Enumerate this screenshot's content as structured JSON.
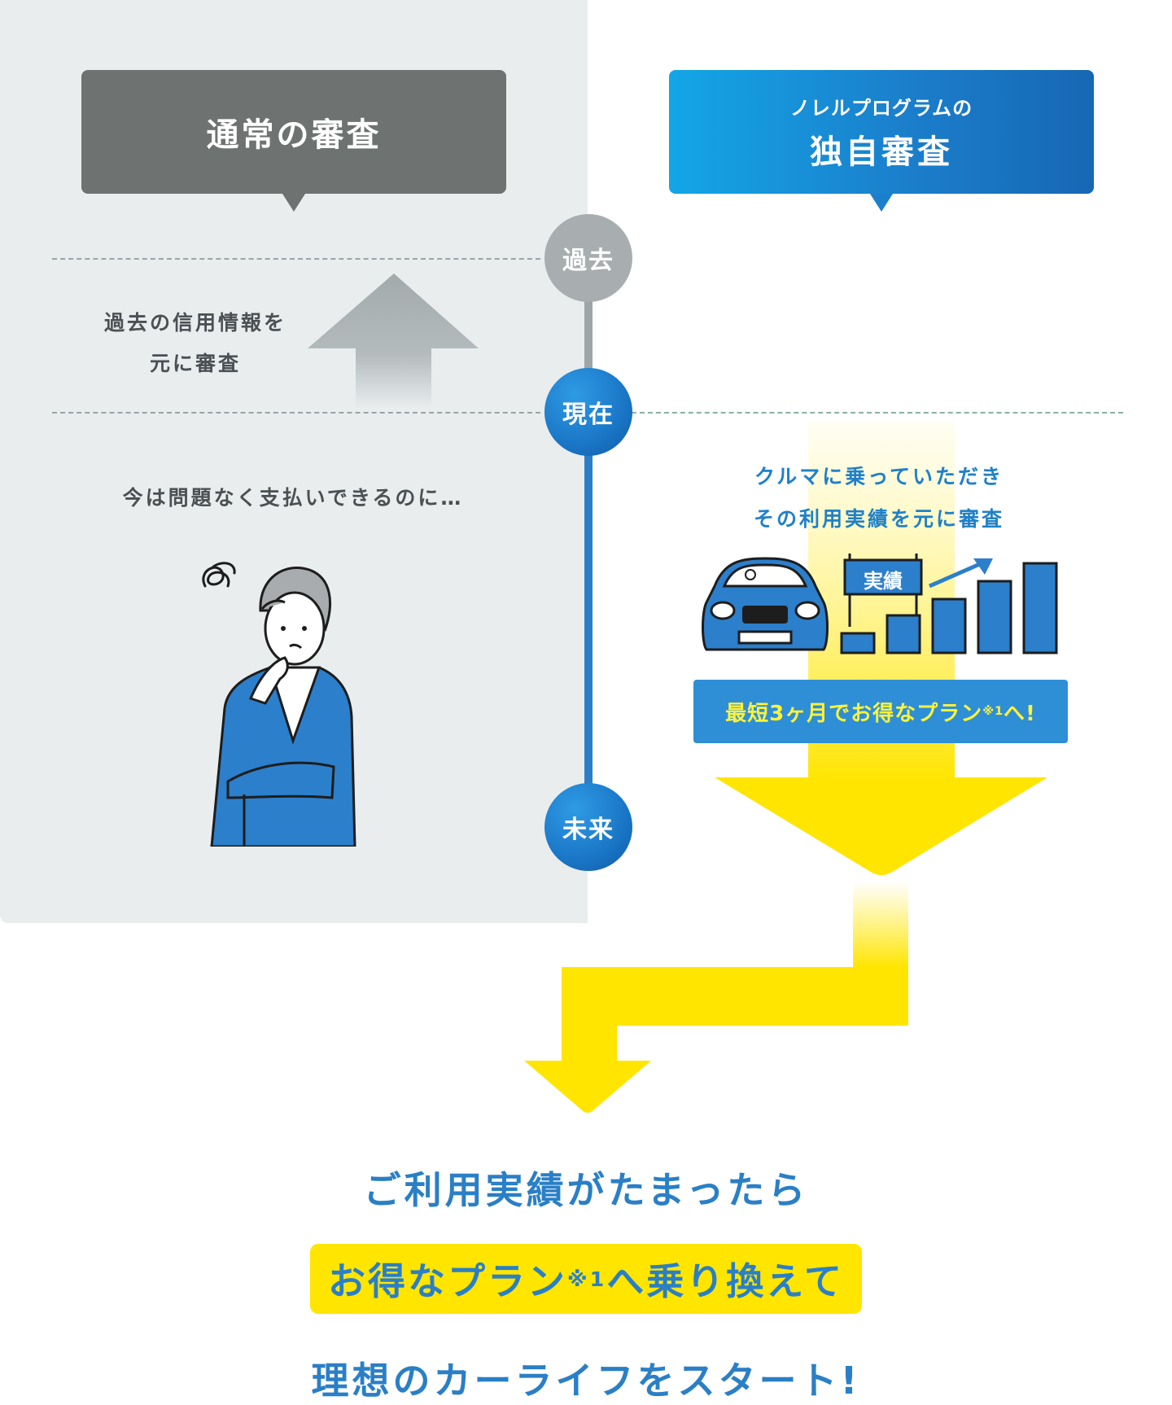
{
  "left_header": "通常の審査",
  "right_header": {
    "sub": "ノレルプログラムの",
    "main": "独自審査"
  },
  "timeline": {
    "past": "過去",
    "present": "現在",
    "future": "未来"
  },
  "left_text": {
    "line1": "過去の信用情報を",
    "line2": "元に審査",
    "worry": "今は問題なく支払いできるのに…"
  },
  "right_text": {
    "line1": "クルマに乗っていただき",
    "line2": "その利用実績を元に審査"
  },
  "sign_label": "実績",
  "plan_box": {
    "pre": "最短3ヶ月でお得なプラン",
    "note": "※1",
    "post": "へ!"
  },
  "bottom": {
    "line1": "ご利用実績がたまったら",
    "highlight_pre": "お得なプラン",
    "highlight_note": "※1",
    "highlight_post": "へ乗り換えて",
    "line3": "理想のカーライフをスタート!"
  },
  "colors": {
    "accent_blue": "#1f80c9",
    "yellow": "#ffe500",
    "grey_panel": "#e9edee",
    "dark_grey": "#6e7372"
  }
}
